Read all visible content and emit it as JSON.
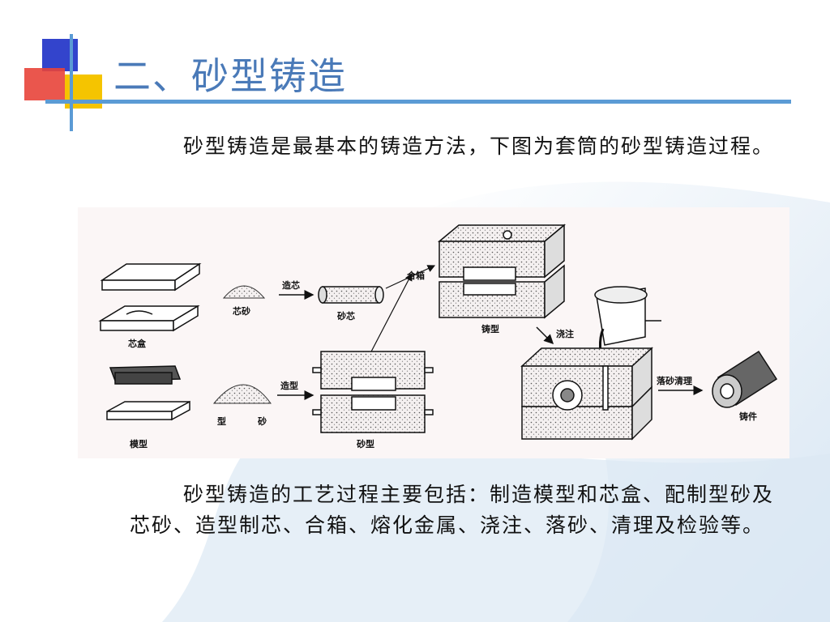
{
  "title": "二、砂型铸造",
  "paragraph1": "砂型铸造是最基本的铸造方法，下图为套筒的砂型铸造过程。",
  "paragraph2": "砂型铸造的工艺过程主要包括：制造模型和芯盒、配制型砂及芯砂、造型制芯、合箱、熔化金属、浇注、落砂、清理及检验等。",
  "diagram": {
    "labels": {
      "core_box": "芯盒",
      "core_sand": "芯砂",
      "core_making": "造芯",
      "sand_core": "砂芯",
      "mold_closing": "合箱",
      "casting_mold": "铸型",
      "pouring": "浇注",
      "pattern": "模型",
      "molding_sand_1": "型",
      "molding_sand_2": "砂",
      "molding": "造型",
      "sand_mold": "砂型",
      "shakeout_cleaning": "落砂清理",
      "casting": "铸件"
    }
  },
  "colors": {
    "title": "#4a7ab8",
    "bar": "#5b9bd5",
    "deco_blue": "#3344cc",
    "deco_red": "#e8443a",
    "deco_yellow": "#f5c400"
  }
}
